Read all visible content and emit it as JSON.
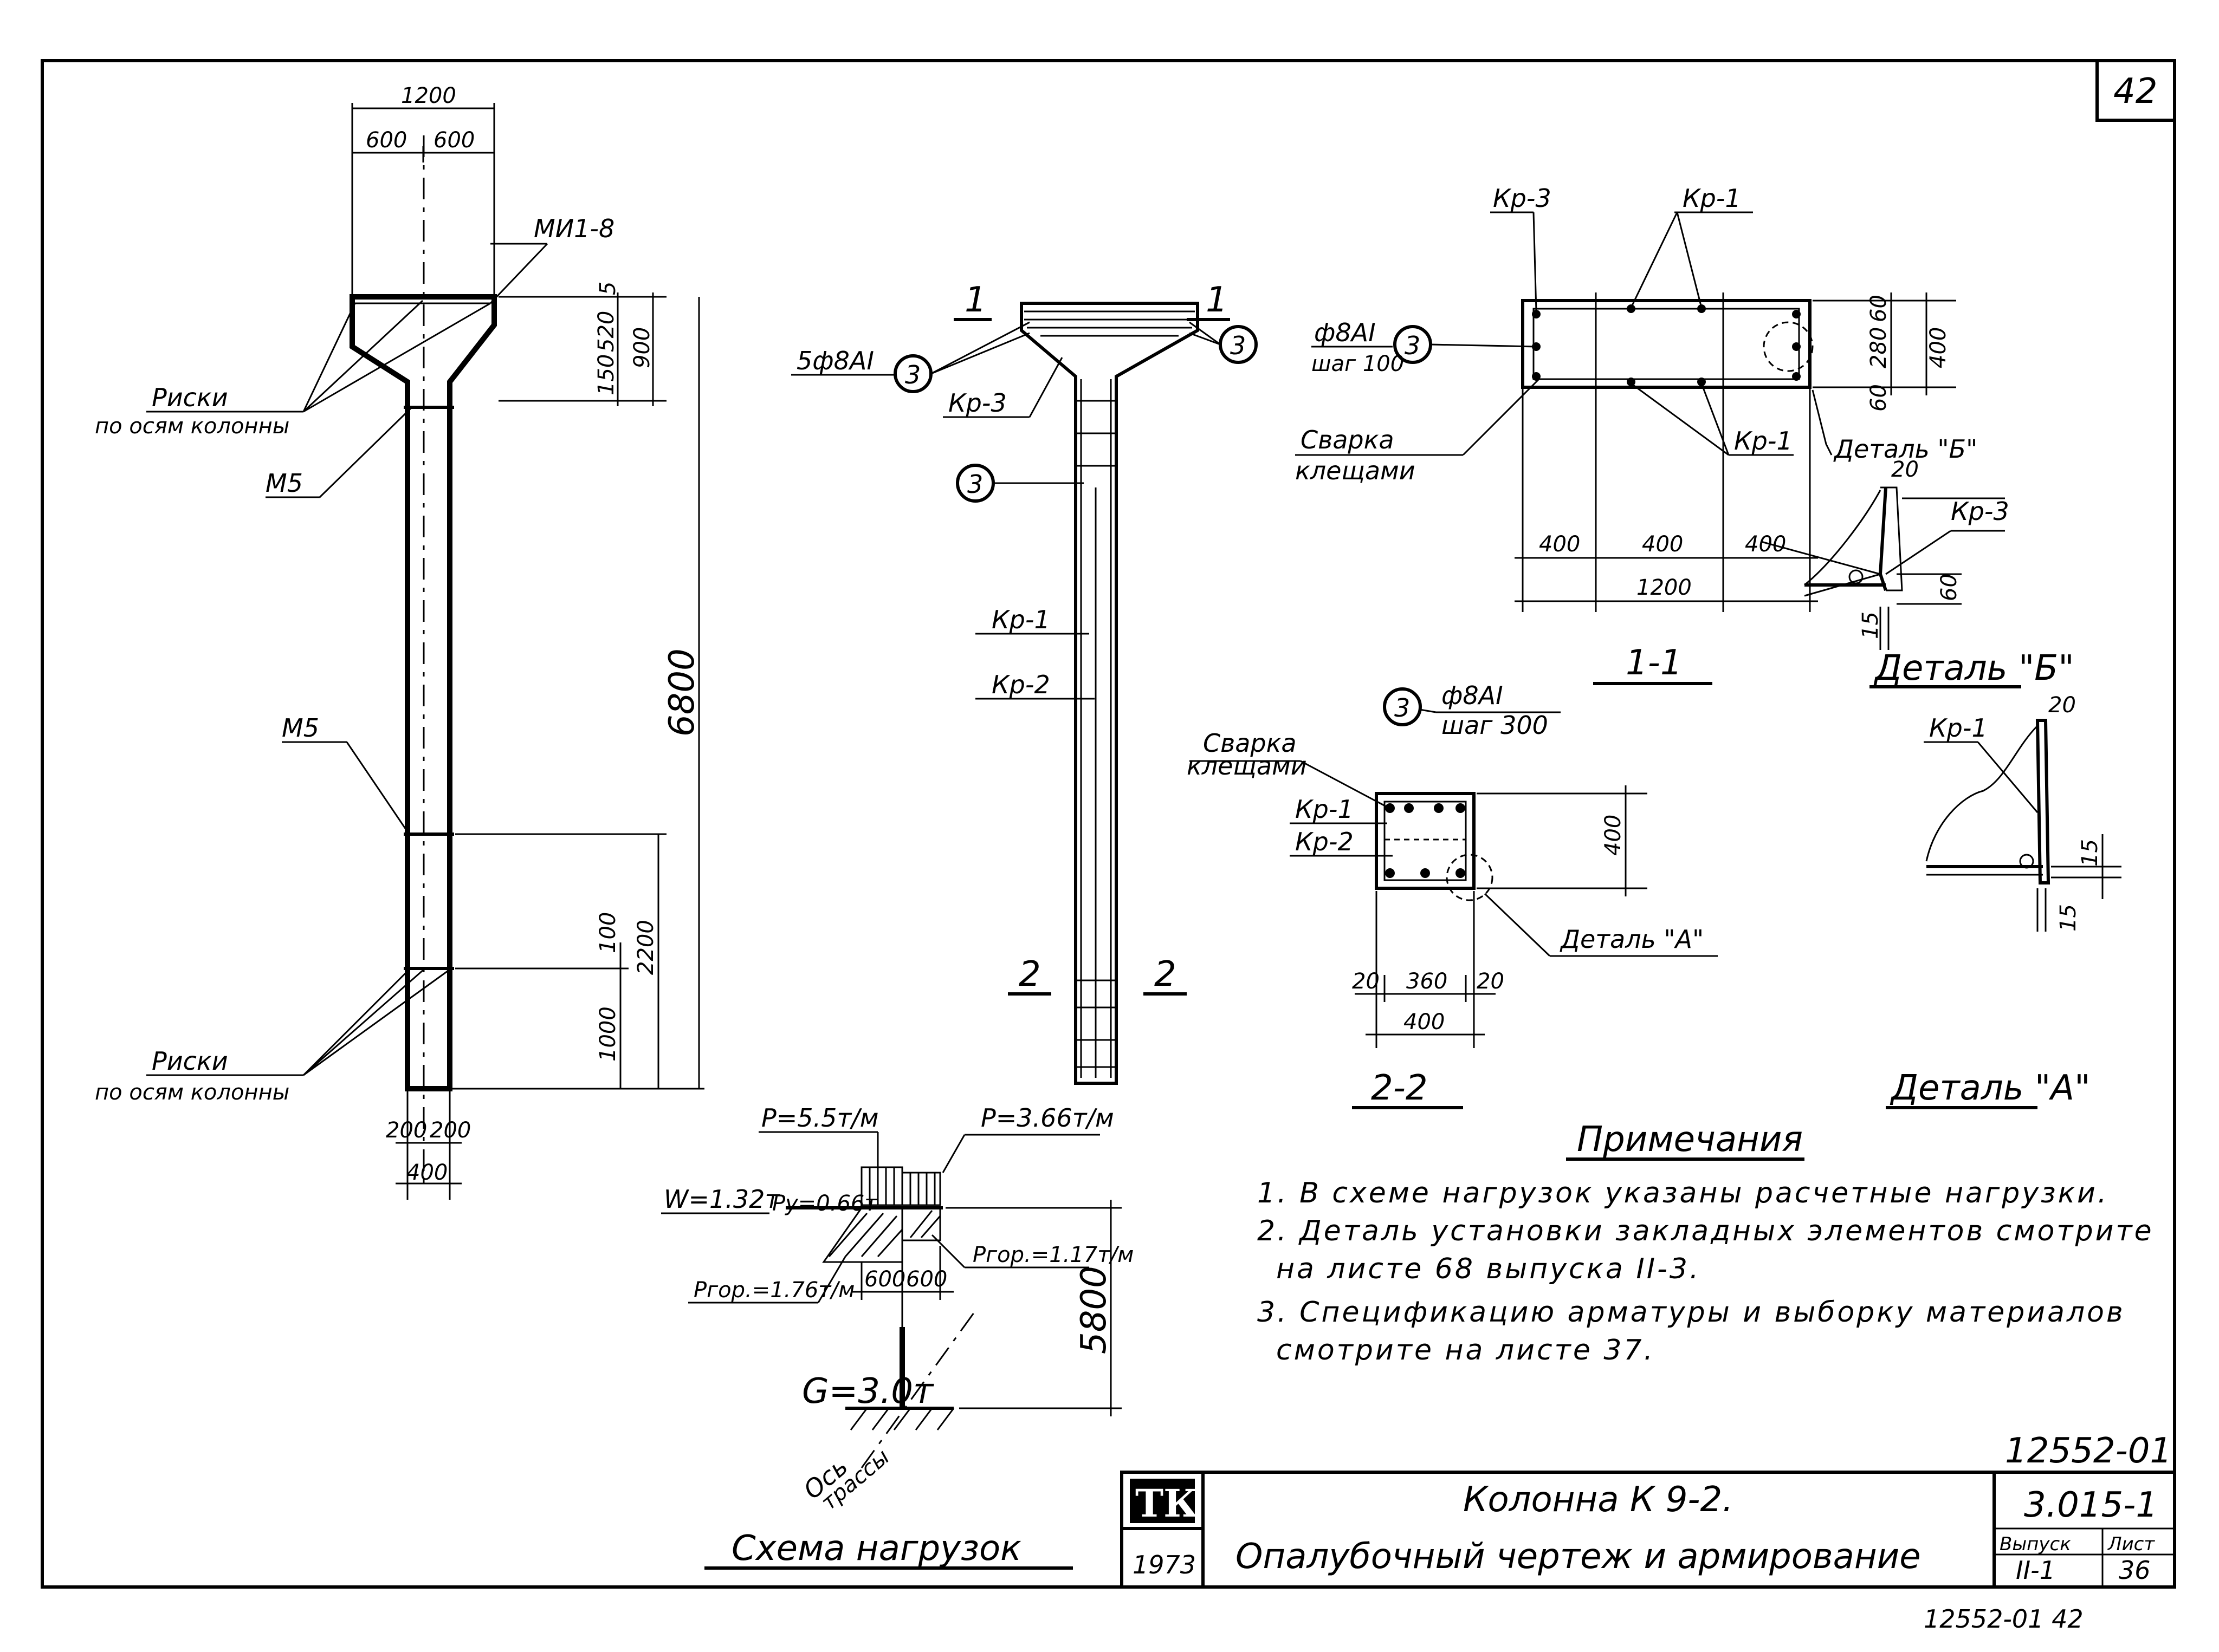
{
  "sheet": {
    "page_number": "42",
    "title_line1": "Колонна К 9-2.",
    "title_line2": "Опалубочный чертеж и армирование",
    "logo": "ТК",
    "year": "1973",
    "code_top": "12552-01",
    "series": "3.015-1",
    "issue_label": "Выпуск",
    "issue_value": "II-1",
    "sheet_label": "Лист",
    "sheet_value": "36",
    "bottom_handwritten": "12552-01   42"
  },
  "elevation": {
    "dim_total_width": "1200",
    "dim_half_left": "600",
    "dim_half_right": "600",
    "label_mi": "МИ1-8",
    "label_marks_top_1": "Риски",
    "label_marks_top_2": "по осям колонны",
    "label_m5_top": "М5",
    "label_m5_mid": "М5",
    "label_marks_bottom_1": "Риски",
    "label_marks_bottom_2": "по осям колонны",
    "dim_5": "5",
    "dim_520": "520",
    "dim_900": "900",
    "dim_150": "150",
    "dim_6800": "6800",
    "dim_100": "100",
    "dim_2200": "2200",
    "dim_1000": "1000",
    "dim_bottom_200_left": "200",
    "dim_bottom_200_right": "200",
    "dim_bottom_400": "400"
  },
  "reinforcement": {
    "section_mark_top_left": "1",
    "section_mark_top_right": "1",
    "bar_label": "5ф8АI",
    "callout_3": "3",
    "label_kr3": "Кр-3",
    "label_kr1": "Кр-1",
    "label_kr2": "Кр-2",
    "section_mark_bottom_left": "2",
    "section_mark_bottom_right": "2"
  },
  "section_1_1": {
    "label_kr3": "Кр-3",
    "label_kr1_top": "Кр-1",
    "label_kr1_bottom": "Кр-1",
    "bar_label": "ф8АI",
    "bar_step": "шаг 100",
    "callout_3": "3",
    "weld_1": "Сварка",
    "weld_2": "клещами",
    "detail_ref": "Деталь \"Б\"",
    "dim_60_top": "60",
    "dim_280": "280",
    "dim_60_bottom": "60",
    "dim_400_right": "400",
    "dim_400_a": "400",
    "dim_400_b": "400",
    "dim_400_c": "400",
    "dim_1200": "1200",
    "title": "1-1"
  },
  "detail_b": {
    "dim_20": "20",
    "label_kr3": "Кр-3",
    "dim_60": "60",
    "dim_15": "15",
    "title": "Деталь \"Б\""
  },
  "section_2_2": {
    "callout_3": "3",
    "bar_label": "ф8АI",
    "bar_step": "шаг 300",
    "weld_1": "Сварка",
    "weld_2": "клещами",
    "label_kr1": "Кр-1",
    "label_kr2": "Кр-2",
    "dim_400_right": "400",
    "detail_ref": "Деталь \"А\"",
    "dim_20_left": "20",
    "dim_360": "360",
    "dim_20_right": "20",
    "dim_400_bottom": "400",
    "title": "2-2"
  },
  "detail_a": {
    "dim_20": "20",
    "label_kr1": "Кр-1",
    "dim_15_a": "15",
    "dim_15_b": "15",
    "title": "Деталь \"А\""
  },
  "load_scheme": {
    "load_p1": "P=5.5т/м",
    "load_p2": "P=3.66т/м",
    "load_w": "W=1.32т",
    "load_py": "Py=0.66т",
    "load_pgor_left": "Pгор.=1.76т/м",
    "load_pgor_right": "Pгор.=1.17т/м",
    "dim_600_a": "600",
    "dim_600_b": "600",
    "dim_5800": "5800",
    "load_g": "G=3.0т",
    "axis_1": "Ось",
    "axis_2": "трассы",
    "title": "Схема нагрузок"
  },
  "notes": {
    "title": "Примечания",
    "items": [
      "1. В схеме нагрузок указаны расчетные нагрузки.",
      "2. Деталь установки закладных элементов смотрите",
      "на листе 68 выпуска II-3.",
      "3. Спецификацию арматуры и выборку материалов",
      "смотрите на листе 37."
    ]
  }
}
